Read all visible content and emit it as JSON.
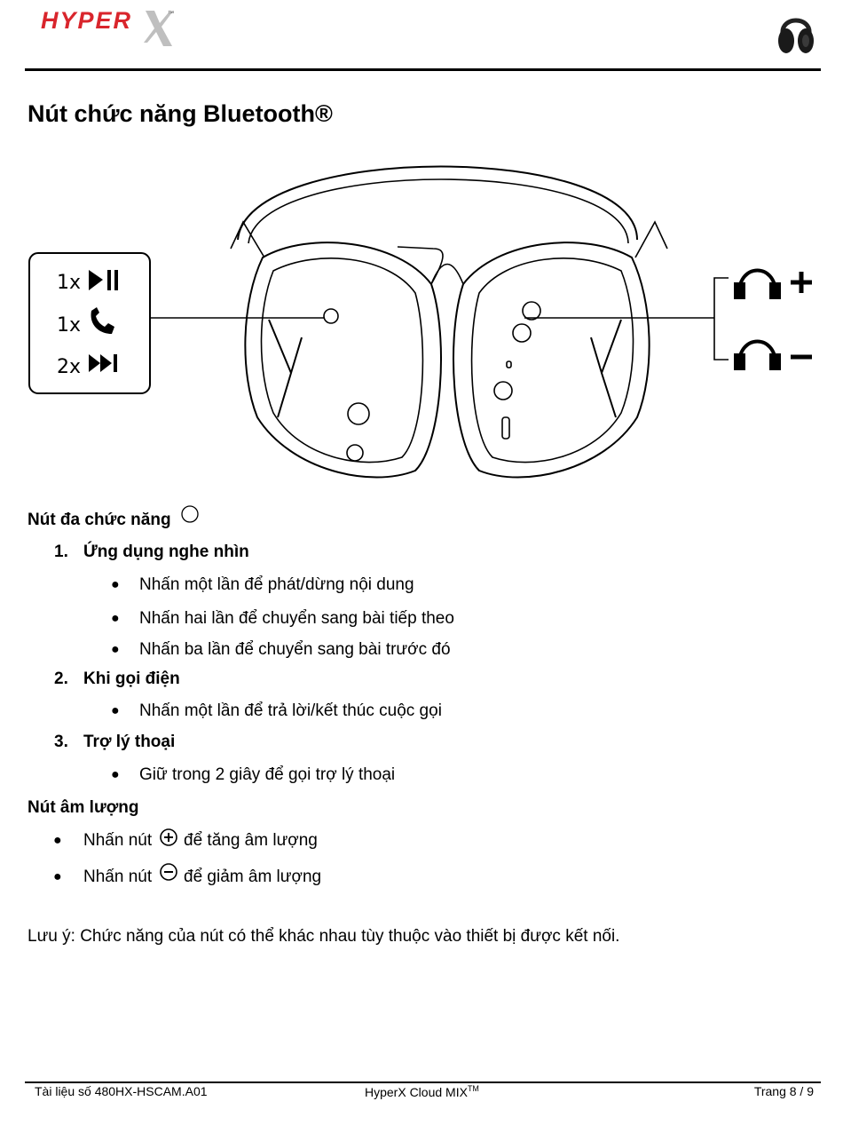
{
  "header": {
    "brand": "HYPER",
    "brand_icon": "hyperx-x-logo",
    "product_icon": "headset-icon"
  },
  "page": {
    "title": "Nút chức năng Bluetooth®"
  },
  "diagram": {
    "callout_left": [
      {
        "count": "1x",
        "icon": "play-pause-icon"
      },
      {
        "count": "1x",
        "icon": "phone-icon"
      },
      {
        "count": "2x",
        "icon": "next-track-icon"
      }
    ],
    "callout_right": [
      {
        "icon": "headphones-icon",
        "sign": "+"
      },
      {
        "icon": "headphones-icon",
        "sign": "–"
      }
    ]
  },
  "multifunction": {
    "heading": "Nút đa chức năng",
    "icon": "circle-button-icon",
    "sections": [
      {
        "number": "1.",
        "title": "Ứng dụng nghe nhìn",
        "items": [
          "Nhấn một lần để phát/dừng nội dung",
          "Nhấn hai lần để chuyển sang bài tiếp theo",
          "Nhấn ba lần để chuyển sang bài trước đó"
        ]
      },
      {
        "number": "2.",
        "title": "Khi gọi điện",
        "items": [
          "Nhấn một lần để trả lời/kết thúc cuộc gọi"
        ]
      },
      {
        "number": "3.",
        "title": "Trợ lý thoại",
        "items": [
          "Giữ trong 2 giây để gọi trợ lý thoại"
        ]
      }
    ]
  },
  "volume": {
    "heading": "Nút âm lượng",
    "items": [
      {
        "before": "Nhấn nút",
        "icon": "plus-circle-icon",
        "after": "để tăng âm lượng"
      },
      {
        "before": "Nhấn nút",
        "icon": "minus-circle-icon",
        "after": "để giảm âm lượng"
      }
    ]
  },
  "note": "Lưu ý: Chức năng của nút có thể khác nhau tùy thuộc vào thiết bị được kết nối.",
  "footer": {
    "doc_number": "Tài liệu số 480HX-HSCAM.A01",
    "product": "HyperX Cloud MIX",
    "product_tm": "TM",
    "page": "Trang 8 / 9"
  }
}
